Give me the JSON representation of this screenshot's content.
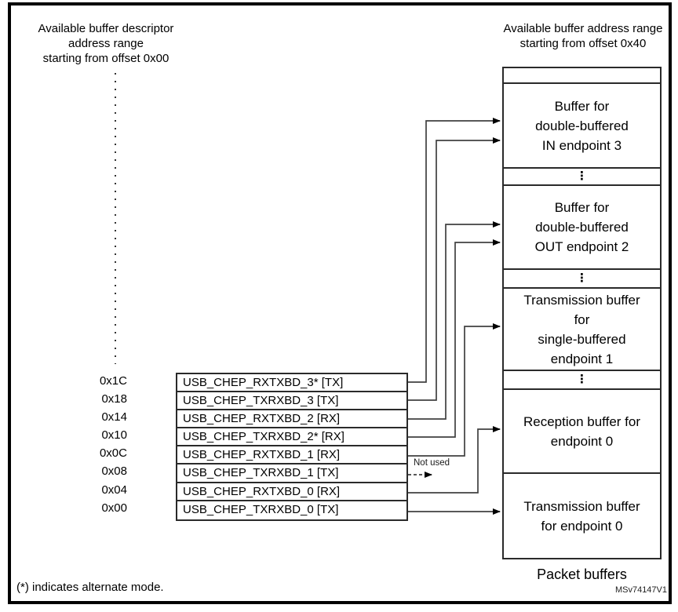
{
  "left_header": {
    "line1": "Available buffer descriptor",
    "line2": "address range",
    "line3": "starting from offset 0x00"
  },
  "right_header": {
    "line1": "Available buffer address range",
    "line2": "starting from offset 0x40"
  },
  "descriptor_table": {
    "rows": [
      {
        "address": "0x1C",
        "label": "USB_CHEP_RXTXBD_3* [TX]"
      },
      {
        "address": "0x18",
        "label": "USB_CHEP_TXRXBD_3 [TX]"
      },
      {
        "address": "0x14",
        "label": "USB_CHEP_RXTXBD_2 [RX]"
      },
      {
        "address": "0x10",
        "label": "USB_CHEP_TXRXBD_2* [RX]"
      },
      {
        "address": "0x0C",
        "label": "USB_CHEP_RXTXBD_1 [RX]"
      },
      {
        "address": "0x08",
        "label": "USB_CHEP_TXRXBD_1 [TX]"
      },
      {
        "address": "0x04",
        "label": "USB_CHEP_RXTXBD_0 [RX]"
      },
      {
        "address": "0x00",
        "label": "USB_CHEP_TXRXBD_0 [TX]"
      }
    ]
  },
  "packet_buffers": {
    "segments": [
      {
        "type": "spacer",
        "label": ""
      },
      {
        "type": "buffer",
        "label": "Buffer for\ndouble-buffered\nIN endpoint 3"
      },
      {
        "type": "dots",
        "label": "⋮"
      },
      {
        "type": "buffer",
        "label": "Buffer for\ndouble-buffered\nOUT endpoint 2"
      },
      {
        "type": "dots",
        "label": "⋮"
      },
      {
        "type": "buffer",
        "label": "Transmission buffer\nfor\nsingle-buffered\nendpoint 1"
      },
      {
        "type": "dots",
        "label": "⋮"
      },
      {
        "type": "buffer",
        "label": "Reception buffer for\nendpoint 0"
      },
      {
        "type": "buffer",
        "label": "Transmission buffer\nfor endpoint 0"
      }
    ],
    "caption": "Packet buffers"
  },
  "annotations": {
    "not_used": "Not used",
    "footnote": "(*) indicates alternate mode.",
    "watermark": "MSv74147V1"
  },
  "colors": {
    "border": "#000000",
    "connector": "#404040",
    "background": "#ffffff"
  }
}
